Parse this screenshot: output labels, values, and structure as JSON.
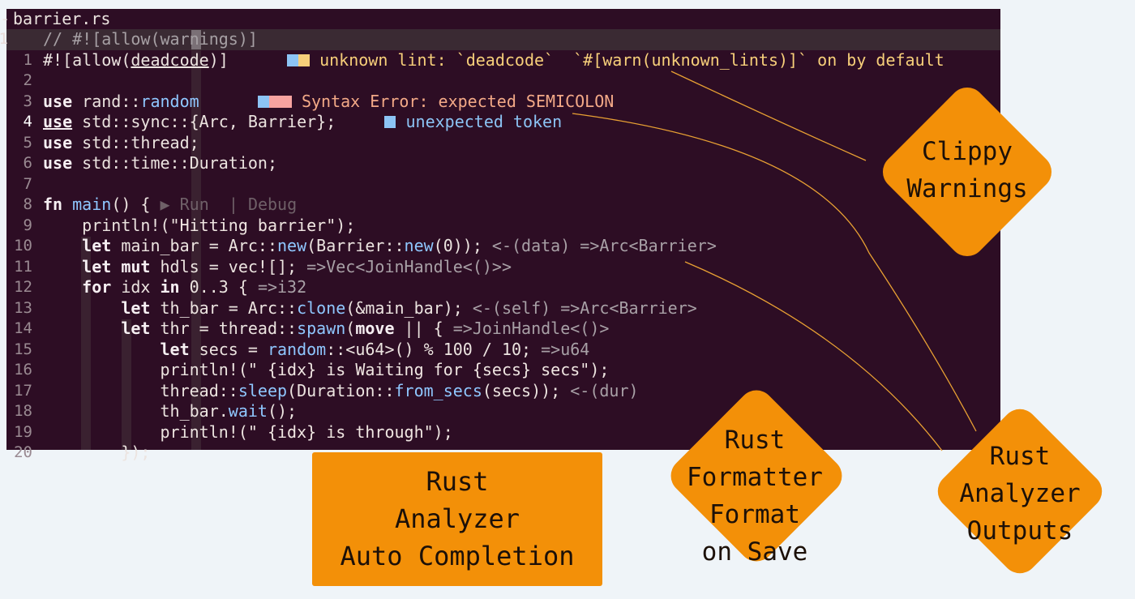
{
  "tab": {
    "filename": "barrier.rs"
  },
  "editor": {
    "lines": [
      {
        "num": "1",
        "current": true
      },
      {
        "num": "1"
      },
      {
        "num": "2"
      },
      {
        "num": "3"
      },
      {
        "num": "4",
        "selected": true
      },
      {
        "num": "5"
      },
      {
        "num": "6"
      },
      {
        "num": "7"
      },
      {
        "num": "8"
      },
      {
        "num": "9"
      },
      {
        "num": "10"
      },
      {
        "num": "11"
      },
      {
        "num": "12"
      },
      {
        "num": "13"
      },
      {
        "num": "14"
      },
      {
        "num": "15"
      },
      {
        "num": "16"
      },
      {
        "num": "17"
      },
      {
        "num": "18"
      },
      {
        "num": "19"
      },
      {
        "num": "20"
      }
    ],
    "diagnostics": {
      "line1": "unknown lint: `deadcode`  `#[warn(unknown_lints)]` on by default",
      "line3": "Syntax Error: expected SEMICOLON",
      "line4": "unexpected token"
    },
    "codelens": {
      "run": "▶ Run",
      "sep": "|",
      "debug": "Debug"
    },
    "marker_colors": {
      "warning": "#f7cf7a",
      "info": "#8cc4f5",
      "error": "#f7a3a0"
    }
  },
  "callouts": {
    "clippy": [
      "Clippy",
      "Warnings"
    ],
    "autocomplete": [
      "Rust",
      "Analyzer",
      "Auto Completion"
    ],
    "formatter": [
      "Rust",
      "Formatter",
      "Format",
      "on Save"
    ],
    "outputs": [
      "Rust",
      "Analyzer",
      "Outputs"
    ]
  },
  "colors": {
    "editor_bg": "#2d0d24",
    "callout": "#f39008",
    "page_bg": "#eff4f8"
  }
}
